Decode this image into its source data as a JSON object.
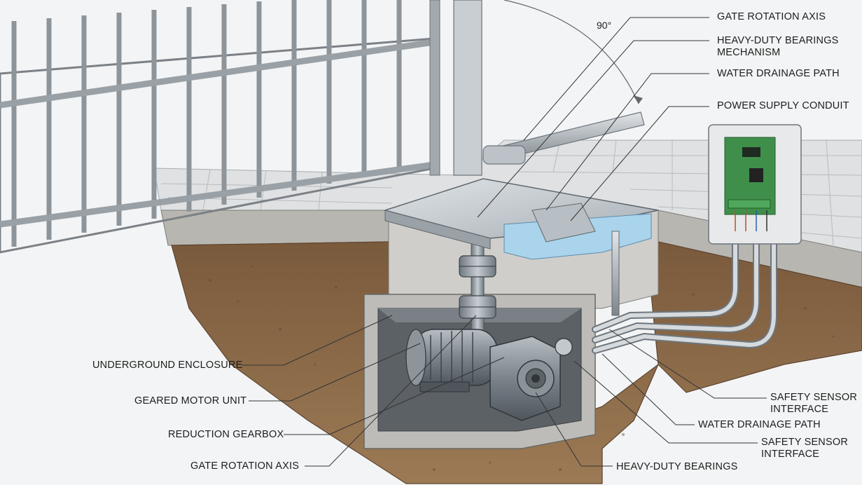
{
  "diagram": {
    "angle_label": "90°",
    "labels": {
      "top_gate_rotation_axis": "GATE ROTATION AXIS",
      "top_heavy_duty_bearings": "HEAVY-DUTY BEARINGS MECHANISM",
      "top_water_drainage_path": "WATER DRAINAGE PATH",
      "top_power_supply_conduit": "POWER SUPPLY CONDUIT",
      "left_underground_enclosure": "UNDERGROUND ENCLOSURE",
      "left_geared_motor_unit": "GEARED MOTOR UNIT",
      "left_reduction_gearbox": "REDUCTION GEARBOX",
      "left_gate_rotation_axis": "GATE ROTATION AXIS",
      "bottom_heavy_duty_bearings": "HEAVY-DUTY BEARINGS",
      "right_safety_sensor_interface_1": "SAFETY SENSOR INTERFACE",
      "right_water_drainage_path": "WATER DRAINAGE PATH",
      "right_safety_sensor_interface_2": "SAFETY SENSOR INTERFACE"
    },
    "colors": {
      "soil": "#8a6a48",
      "steel": "#9aa3ab",
      "concrete": "#c9c9c6",
      "circuit_board": "#3f8f4a",
      "water": "#a9d4ec"
    }
  }
}
